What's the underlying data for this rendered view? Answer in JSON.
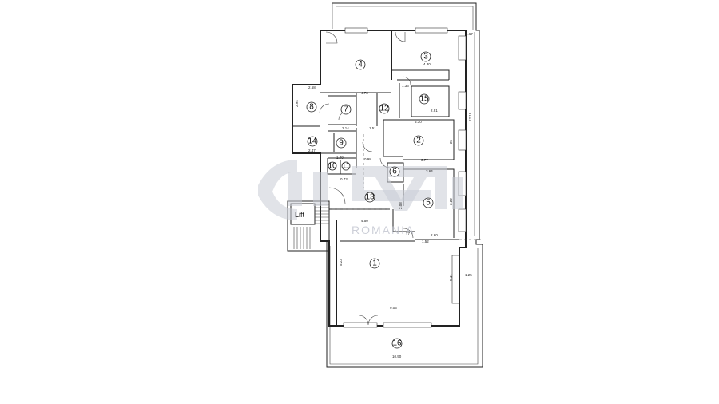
{
  "rooms": {
    "r1": "1",
    "r2": "2",
    "r3": "3",
    "r4": "4",
    "r5": "5",
    "r6": "6",
    "r7": "7",
    "r8": "8",
    "r9": "9",
    "r10": "10",
    "r11": "11",
    "r12": "12",
    "r13": "13",
    "r14": "14",
    "r15": "15",
    "r16": "16"
  },
  "labels": {
    "lift": "Lift"
  },
  "dimensions": {
    "d_1_67": "1.67",
    "d_12_19": "12.19",
    "d_1_25": "1.25",
    "d_4_73": "4.73",
    "d_5_30": "5.30",
    "d_3_77": "3.77",
    "d_3_64": "3.64",
    "d_4_50": "4.50",
    "d_2_60": "2.60",
    "d_1_52": "1.52",
    "d_9_03": "9.03",
    "d_10_90": "10.90",
    "d_2_14": "2.14",
    "d_1_51": "1.51",
    "d_2_68": "2.68",
    "d_2_47": "2.47",
    "d_2_91": "2.91",
    "d_1_36": "1.36",
    "d_4_30": "4.30",
    "d_0_73": "0.73",
    "d_0_98": "0.98",
    "d_1_40": "1.40",
    "d_5_23": "5.23",
    "d_5_41": "5.41",
    "d_2_94": "2.94",
    "d_2_08": "2.08",
    "d_77": "77",
    "d_25": "25",
    "d_3_22": "3.22"
  },
  "watermark": {
    "subtitle": "ROMANIA"
  }
}
